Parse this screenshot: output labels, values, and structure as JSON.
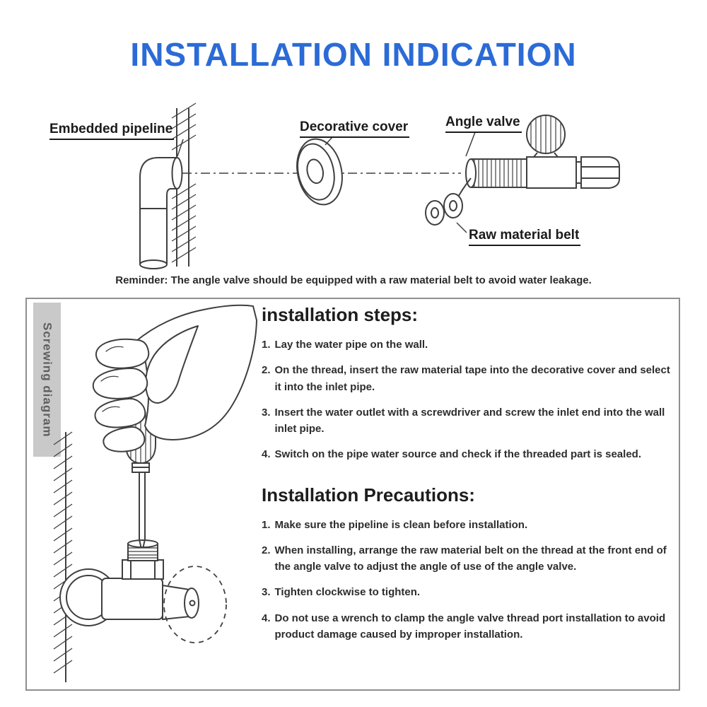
{
  "title": "INSTALLATION INDICATION",
  "colors": {
    "title_blue": "#2b6bd6",
    "line": "#3f3f3f",
    "box_border": "#8f8f8f",
    "sidebar_bg": "#c9c9c9",
    "sidebar_text": "#5e5e5e",
    "text_dark": "#1d1d1d"
  },
  "top_diagram": {
    "labels": {
      "embedded_pipeline": "Embedded pipeline",
      "decorative_cover": "Decorative cover",
      "angle_valve": "Angle valve",
      "raw_material_belt": "Raw material belt"
    },
    "reminder": "Reminder: The angle valve should be equipped with a raw material belt to avoid water leakage."
  },
  "screwing_panel": {
    "side_label": "Screwing diagram",
    "steps_section": {
      "heading": "installation steps:",
      "numbers": [
        "1.",
        "2.",
        "3.",
        "4."
      ],
      "items": [
        "Lay the water pipe on the wall.",
        "On the thread, insert the raw material tape into the decorative cover and select it into the inlet pipe.",
        "Insert the water outlet with a screwdriver and screw the inlet end into the wall inlet pipe.",
        "Switch on the pipe water source and check if the threaded part is sealed."
      ]
    },
    "precautions_section": {
      "heading": "Installation Precautions:",
      "numbers": [
        "1.",
        "2.",
        "3.",
        "4."
      ],
      "items": [
        "Make sure the pipeline is clean before installation.",
        "When installing, arrange the raw material belt on the thread at the front end of the angle valve to adjust the angle of use of the angle valve.",
        "Tighten clockwise to tighten.",
        "Do not use a wrench to clamp the angle valve thread port installation to avoid product damage caused by improper installation."
      ]
    }
  }
}
